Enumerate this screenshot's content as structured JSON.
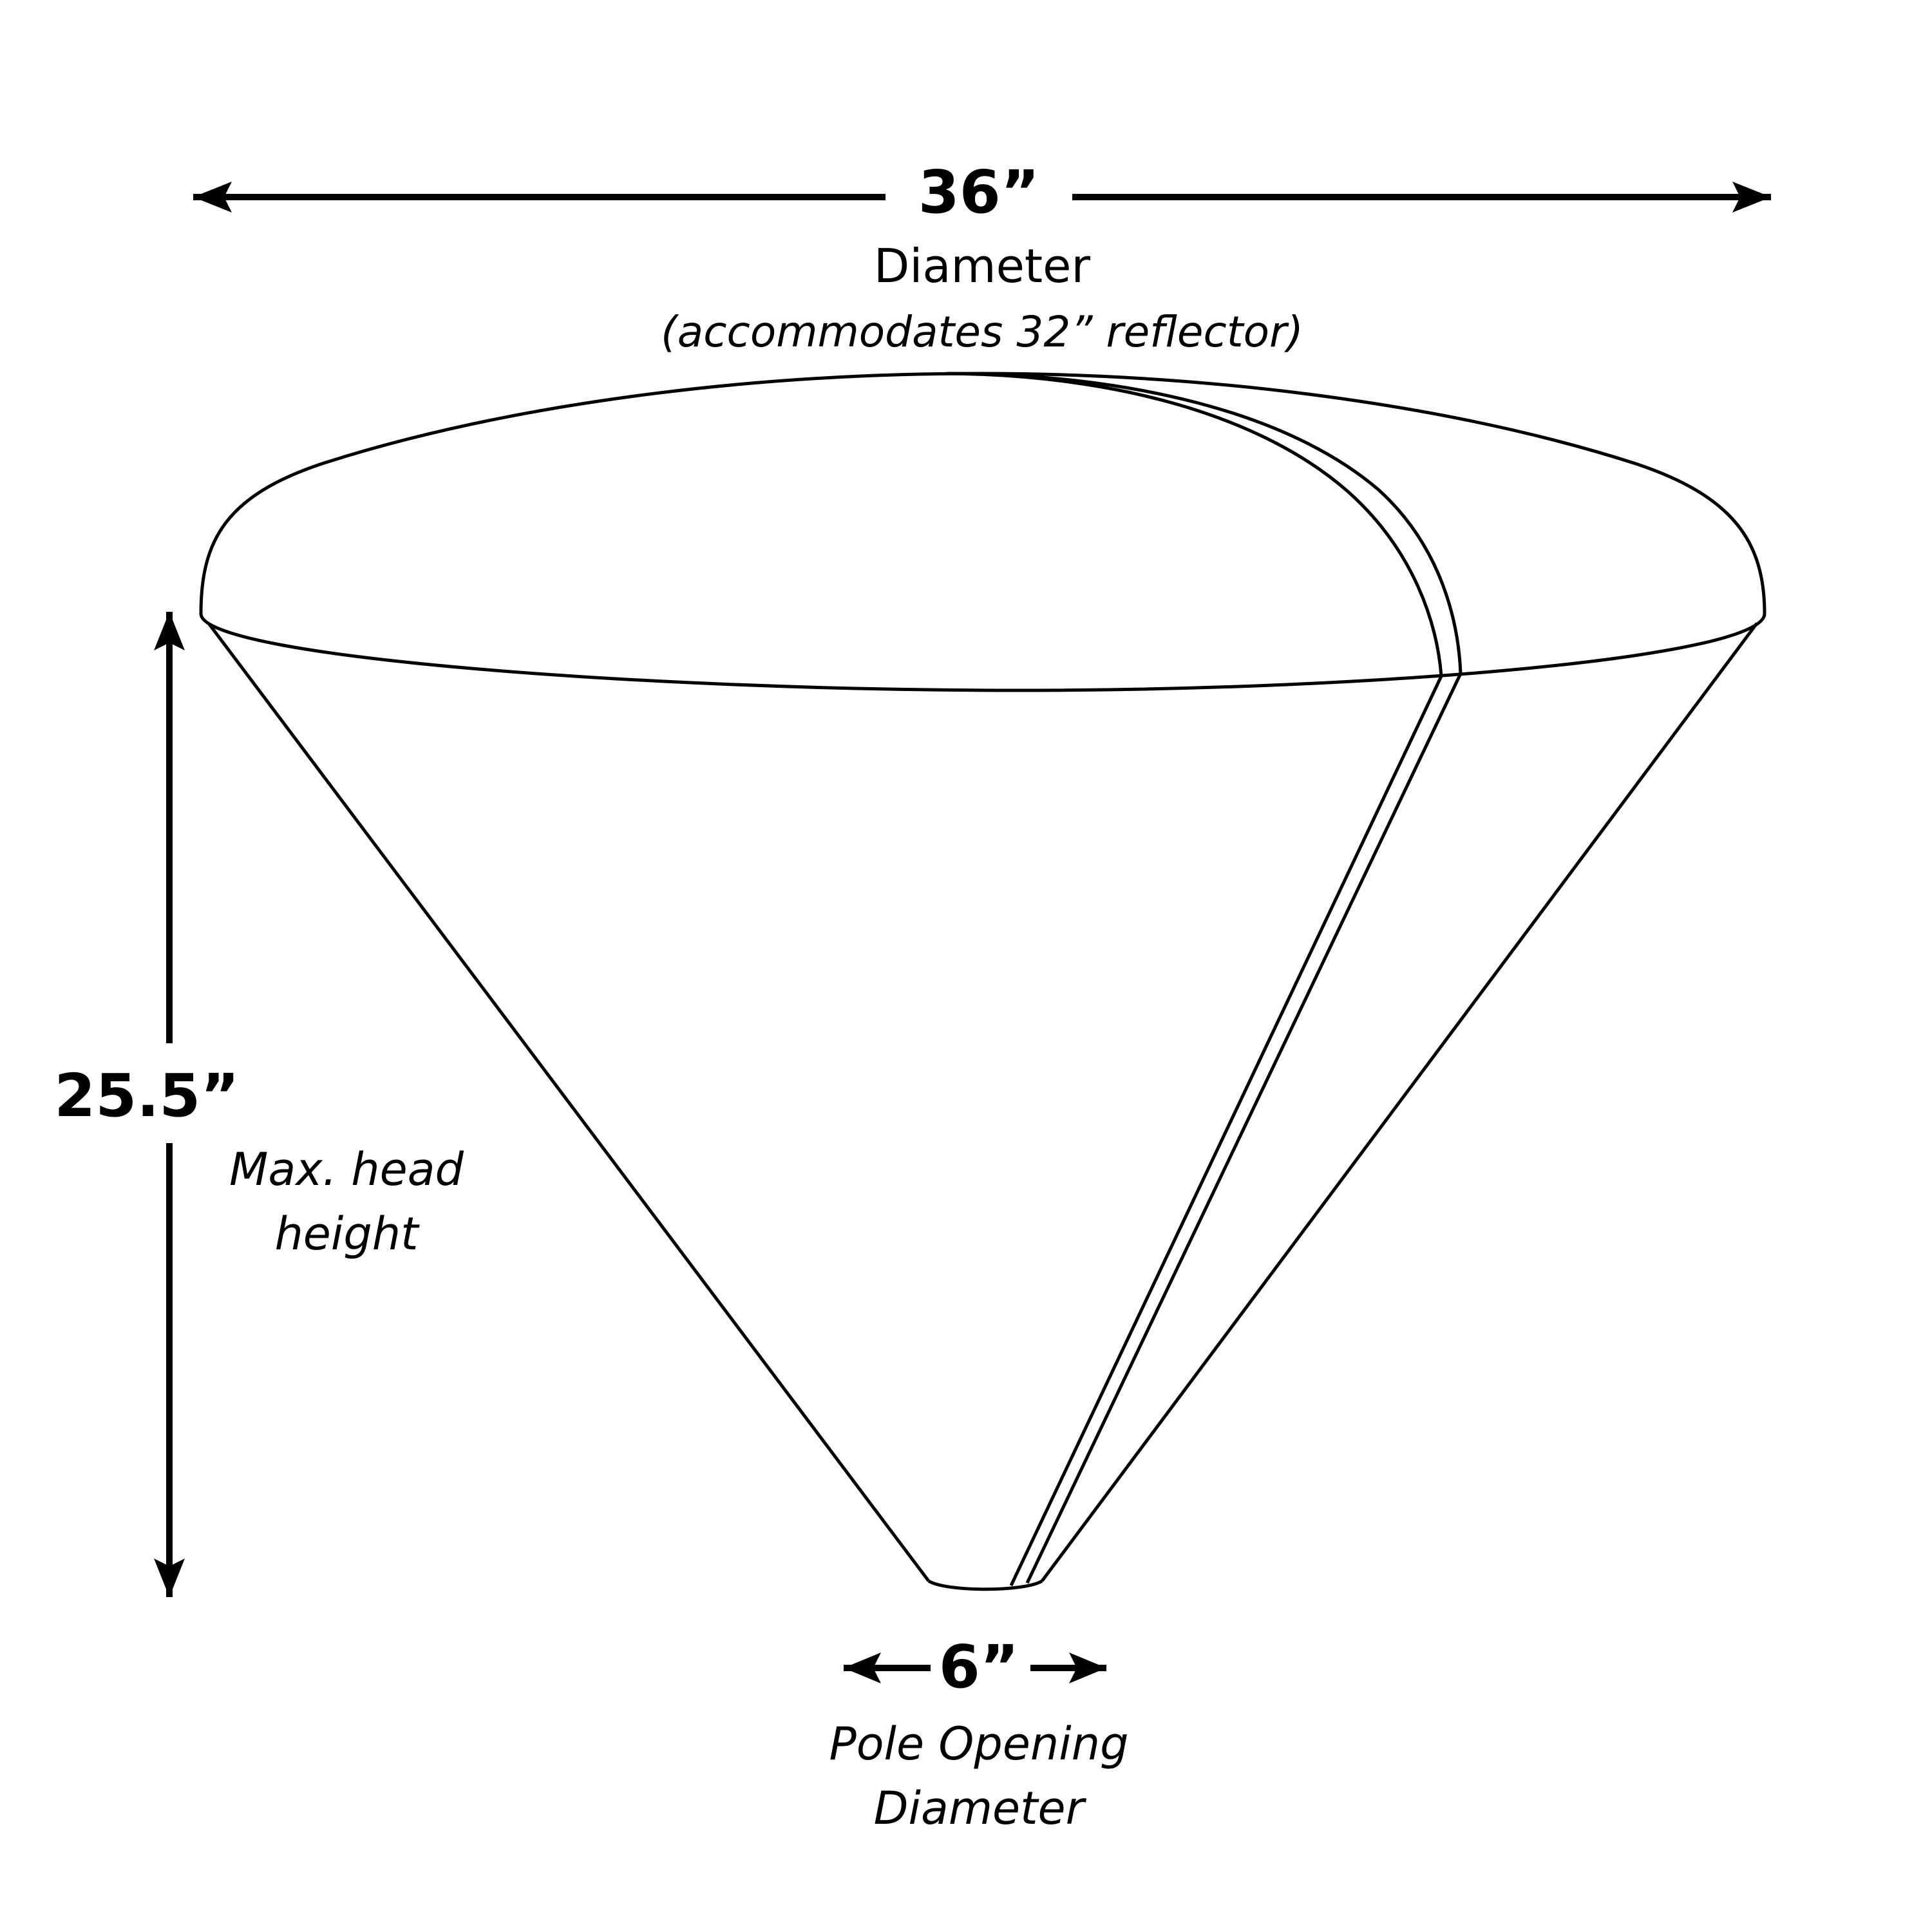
{
  "dimensions": {
    "diameter": {
      "value": "36”",
      "label": "Diameter",
      "note": "(accommodates 32” reflector)"
    },
    "height": {
      "value": "25.5”",
      "label_line1": "Max. head",
      "label_line2": "height"
    },
    "pole_opening": {
      "value": "6”",
      "label_line1": "Pole Opening",
      "label_line2": "Diameter"
    }
  },
  "colors": {
    "line": "#000000",
    "background": "#ffffff"
  }
}
